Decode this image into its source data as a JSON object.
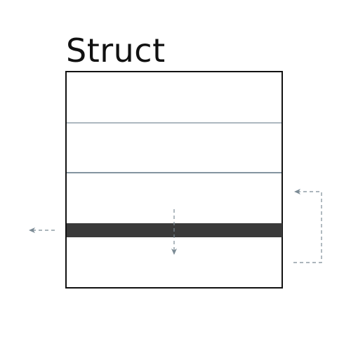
{
  "diagram": {
    "title": "Struct",
    "colors": {
      "frame": "#111111",
      "divider": "#5b7281",
      "highlight_band": "#3a3a3a",
      "arrow": "#7b8b95"
    },
    "elements": {
      "outer_frame": "struct-frame",
      "dividers": [
        "field-divider-1",
        "field-divider-2"
      ],
      "highlighted_field": "highlighted-field-band",
      "arrows": [
        "left-exit-arrow",
        "vertical-move-arrow",
        "side-loop-arrow"
      ]
    }
  }
}
